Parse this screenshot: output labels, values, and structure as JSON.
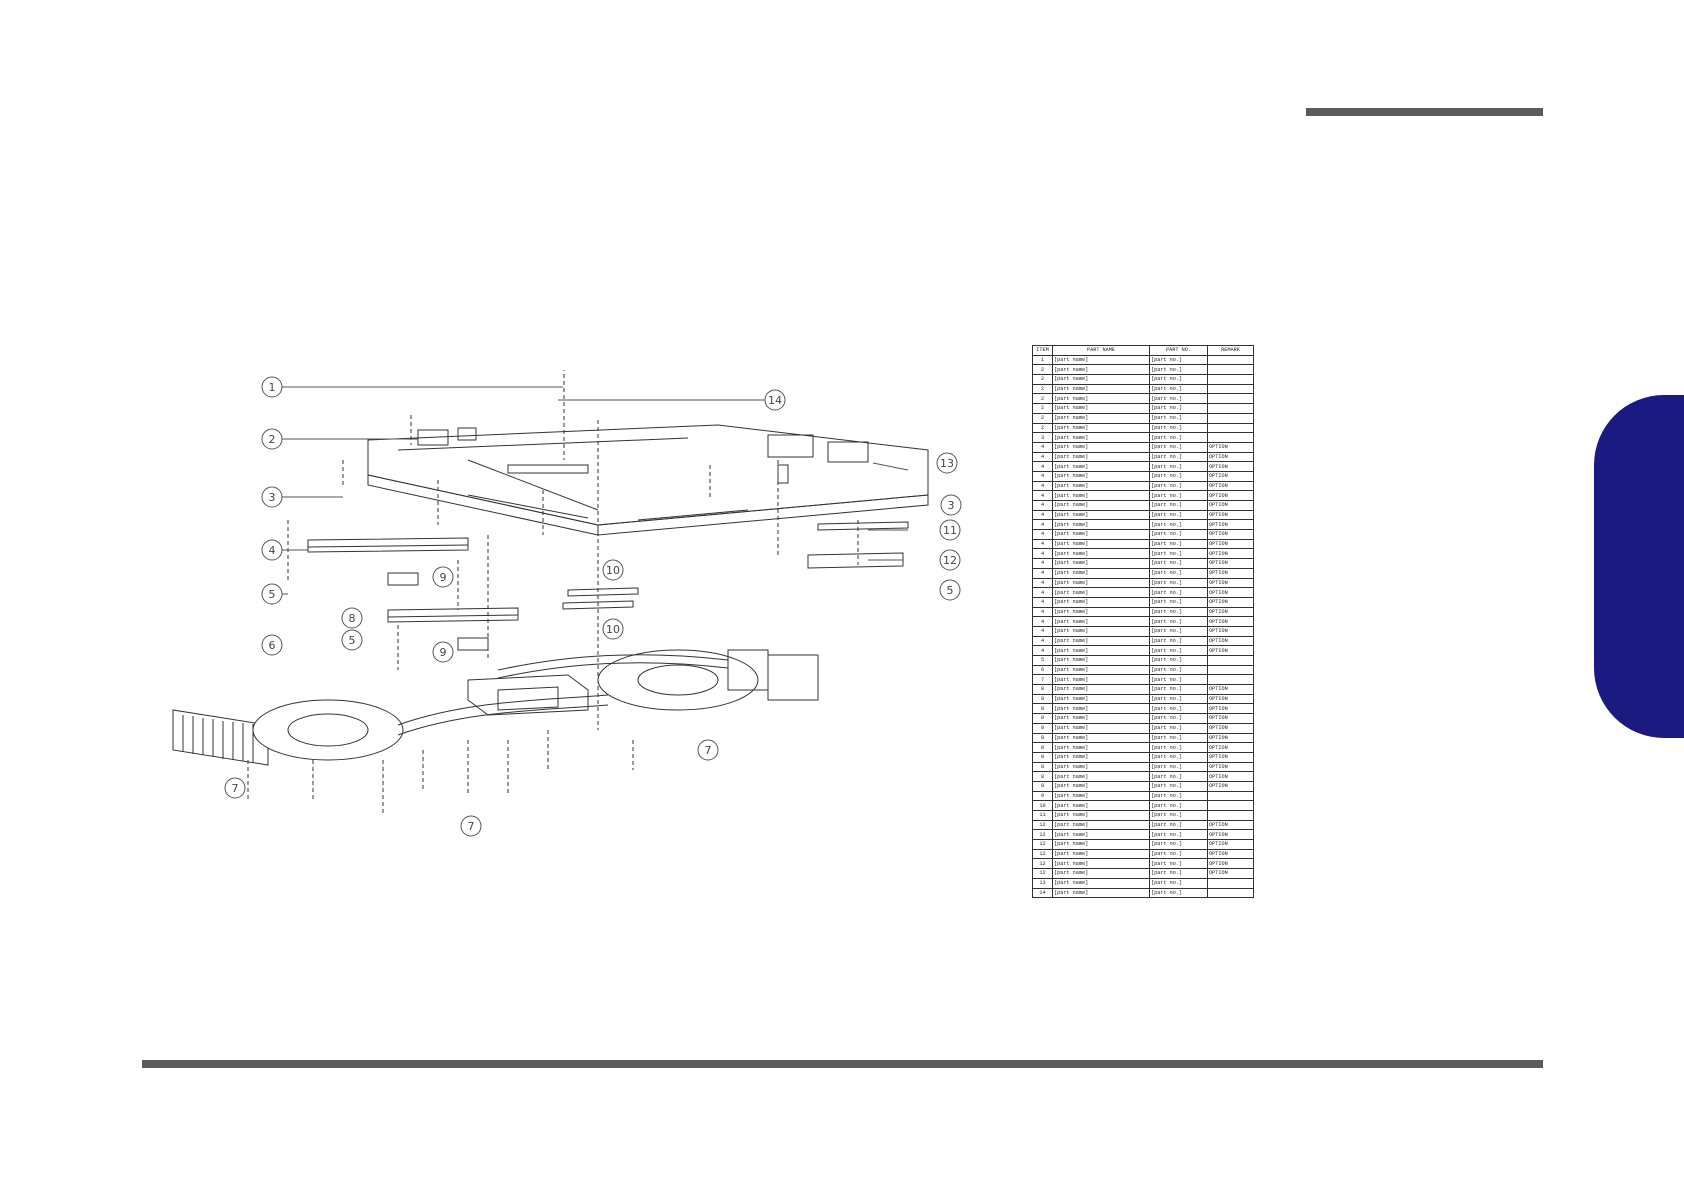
{
  "colors": {
    "rule": "#5b5b5b",
    "side_tab": "#1a1a80"
  },
  "callouts": [
    "1",
    "2",
    "3",
    "4",
    "5",
    "6",
    "7",
    "8",
    "9",
    "10",
    "11",
    "12",
    "13",
    "14"
  ],
  "table": {
    "headers": [
      "ITEM",
      "PART NAME",
      "PART NO.",
      "REMARK"
    ],
    "rows": [
      {
        "item": "1",
        "name": "[part name]",
        "part": "[part no.]",
        "remark": ""
      },
      {
        "item": "2",
        "name": "[part name]",
        "part": "[part no.]",
        "remark": ""
      },
      {
        "item": "2",
        "name": "[part name]",
        "part": "[part no.]",
        "remark": ""
      },
      {
        "item": "2",
        "name": "[part name]",
        "part": "[part no.]",
        "remark": ""
      },
      {
        "item": "2",
        "name": "[part name]",
        "part": "[part no.]",
        "remark": ""
      },
      {
        "item": "2",
        "name": "[part name]",
        "part": "[part no.]",
        "remark": ""
      },
      {
        "item": "2",
        "name": "[part name]",
        "part": "[part no.]",
        "remark": ""
      },
      {
        "item": "2",
        "name": "[part name]",
        "part": "[part no.]",
        "remark": ""
      },
      {
        "item": "3",
        "name": "[part name]",
        "part": "[part no.]",
        "remark": ""
      },
      {
        "item": "4",
        "name": "[part name]",
        "part": "[part no.]",
        "remark": "OPTION"
      },
      {
        "item": "4",
        "name": "[part name]",
        "part": "[part no.]",
        "remark": "OPTION"
      },
      {
        "item": "4",
        "name": "[part name]",
        "part": "[part no.]",
        "remark": "OPTION"
      },
      {
        "item": "4",
        "name": "[part name]",
        "part": "[part no.]",
        "remark": "OPTION"
      },
      {
        "item": "4",
        "name": "[part name]",
        "part": "[part no.]",
        "remark": "OPTION"
      },
      {
        "item": "4",
        "name": "[part name]",
        "part": "[part no.]",
        "remark": "OPTION"
      },
      {
        "item": "4",
        "name": "[part name]",
        "part": "[part no.]",
        "remark": "OPTION"
      },
      {
        "item": "4",
        "name": "[part name]",
        "part": "[part no.]",
        "remark": "OPTION"
      },
      {
        "item": "4",
        "name": "[part name]",
        "part": "[part no.]",
        "remark": "OPTION"
      },
      {
        "item": "4",
        "name": "[part name]",
        "part": "[part no.]",
        "remark": "OPTION"
      },
      {
        "item": "4",
        "name": "[part name]",
        "part": "[part no.]",
        "remark": "OPTION"
      },
      {
        "item": "4",
        "name": "[part name]",
        "part": "[part no.]",
        "remark": "OPTION"
      },
      {
        "item": "4",
        "name": "[part name]",
        "part": "[part no.]",
        "remark": "OPTION"
      },
      {
        "item": "4",
        "name": "[part name]",
        "part": "[part no.]",
        "remark": "OPTION"
      },
      {
        "item": "4",
        "name": "[part name]",
        "part": "[part no.]",
        "remark": "OPTION"
      },
      {
        "item": "4",
        "name": "[part name]",
        "part": "[part no.]",
        "remark": "OPTION"
      },
      {
        "item": "4",
        "name": "[part name]",
        "part": "[part no.]",
        "remark": "OPTION"
      },
      {
        "item": "4",
        "name": "[part name]",
        "part": "[part no.]",
        "remark": "OPTION"
      },
      {
        "item": "4",
        "name": "[part name]",
        "part": "[part no.]",
        "remark": "OPTION"
      },
      {
        "item": "4",
        "name": "[part name]",
        "part": "[part no.]",
        "remark": "OPTION"
      },
      {
        "item": "4",
        "name": "[part name]",
        "part": "[part no.]",
        "remark": "OPTION"
      },
      {
        "item": "4",
        "name": "[part name]",
        "part": "[part no.]",
        "remark": "OPTION"
      },
      {
        "item": "5",
        "name": "[part name]",
        "part": "[part no.]",
        "remark": ""
      },
      {
        "item": "6",
        "name": "[part name]",
        "part": "[part no.]",
        "remark": ""
      },
      {
        "item": "7",
        "name": "[part name]",
        "part": "[part no.]",
        "remark": ""
      },
      {
        "item": "8",
        "name": "[part name]",
        "part": "[part no.]",
        "remark": "OPTION"
      },
      {
        "item": "8",
        "name": "[part name]",
        "part": "[part no.]",
        "remark": "OPTION"
      },
      {
        "item": "8",
        "name": "[part name]",
        "part": "[part no.]",
        "remark": "OPTION"
      },
      {
        "item": "8",
        "name": "[part name]",
        "part": "[part no.]",
        "remark": "OPTION"
      },
      {
        "item": "8",
        "name": "[part name]",
        "part": "[part no.]",
        "remark": "OPTION"
      },
      {
        "item": "8",
        "name": "[part name]",
        "part": "[part no.]",
        "remark": "OPTION"
      },
      {
        "item": "8",
        "name": "[part name]",
        "part": "[part no.]",
        "remark": "OPTION"
      },
      {
        "item": "8",
        "name": "[part name]",
        "part": "[part no.]",
        "remark": "OPTION"
      },
      {
        "item": "8",
        "name": "[part name]",
        "part": "[part no.]",
        "remark": "OPTION"
      },
      {
        "item": "8",
        "name": "[part name]",
        "part": "[part no.]",
        "remark": "OPTION"
      },
      {
        "item": "8",
        "name": "[part name]",
        "part": "[part no.]",
        "remark": "OPTION"
      },
      {
        "item": "9",
        "name": "[part name]",
        "part": "[part no.]",
        "remark": ""
      },
      {
        "item": "10",
        "name": "[part name]",
        "part": "[part no.]",
        "remark": ""
      },
      {
        "item": "11",
        "name": "[part name]",
        "part": "[part no.]",
        "remark": ""
      },
      {
        "item": "12",
        "name": "[part name]",
        "part": "[part no.]",
        "remark": "OPTION"
      },
      {
        "item": "12",
        "name": "[part name]",
        "part": "[part no.]",
        "remark": "OPTION"
      },
      {
        "item": "12",
        "name": "[part name]",
        "part": "[part no.]",
        "remark": "OPTION"
      },
      {
        "item": "12",
        "name": "[part name]",
        "part": "[part no.]",
        "remark": "OPTION"
      },
      {
        "item": "12",
        "name": "[part name]",
        "part": "[part no.]",
        "remark": "OPTION"
      },
      {
        "item": "12",
        "name": "[part name]",
        "part": "[part no.]",
        "remark": "OPTION"
      },
      {
        "item": "13",
        "name": "[part name]",
        "part": "[part no.]",
        "remark": ""
      },
      {
        "item": "14",
        "name": "[part name]",
        "part": "[part no.]",
        "remark": ""
      }
    ]
  }
}
